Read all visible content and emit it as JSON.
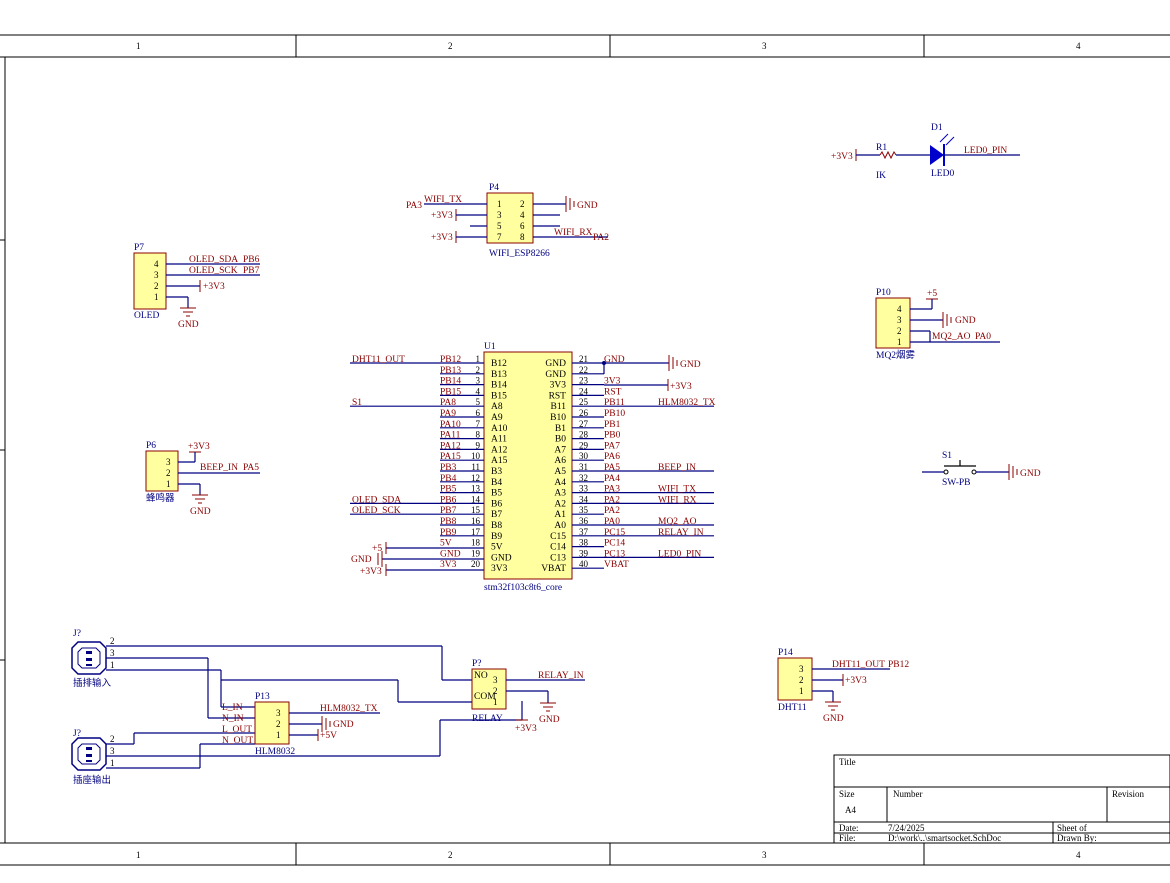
{
  "zones": {
    "top": [
      "1",
      "2",
      "3",
      "4"
    ],
    "bottom": [
      "1",
      "2",
      "3",
      "4"
    ]
  },
  "colors": {
    "wire": "#000080",
    "part_fill": "#ffffa0",
    "part_stroke": "#8b0000",
    "net_label": "#8b0000",
    "designator": "#000080",
    "led": "#0000cc"
  },
  "titleblock": {
    "title": "Title",
    "size_label": "Size",
    "size": "A4",
    "number_label": "Number",
    "revision_label": "Revision",
    "date_label": "Date:",
    "date": "7/24/2025",
    "file_label": "File:",
    "file": "D:\\work\\..\\smartsocket.SchDoc",
    "sheet_label": "Sheet  of",
    "drawn_label": "Drawn By:"
  },
  "power_symbols": {
    "gnd": "GND",
    "v33": "+3V3",
    "v5": "+5",
    "v5b": "+5V"
  },
  "d1": {
    "ref": "D1",
    "value": "LED0",
    "r_ref": "R1",
    "r_value": "IK",
    "net_left": "+3V3",
    "net_right": "LED0_PIN"
  },
  "p4": {
    "ref": "P4",
    "value": "WIFI_ESP8266",
    "pins": [
      "1",
      "2",
      "3",
      "4",
      "5",
      "6",
      "7",
      "8"
    ],
    "net_wifi_tx": "WIFI_TX",
    "net_pa3": "PA3",
    "net_wifi_rx": "WIFI_RX",
    "net_pa2": "PA2"
  },
  "p7": {
    "ref": "P7",
    "value": "OLED",
    "pins": [
      "4",
      "3",
      "2",
      "1"
    ],
    "net_sda": "OLED_SDA",
    "net_sda_pin": "PB6",
    "net_sck": "OLED_SCK",
    "net_sck_pin": "PB7"
  },
  "p10": {
    "ref": "P10",
    "value": "MQ2烟雾",
    "pins": [
      "4",
      "3",
      "2",
      "1"
    ],
    "net_ao": "MQ2_AO",
    "net_ao_pin": "PA0"
  },
  "p6": {
    "ref": "P6",
    "value": "蜂鸣器",
    "pins": [
      "3",
      "2",
      "1"
    ],
    "net_beep": "BEEP_IN",
    "net_beep_pin": "PA5"
  },
  "s1": {
    "ref": "S1",
    "value": "SW-PB"
  },
  "u1": {
    "ref": "U1",
    "value": "stm32f103c8t6_core",
    "left": [
      {
        "num": "1",
        "name": "B12",
        "net": "PB12",
        "ext": "DHT11_OUT"
      },
      {
        "num": "2",
        "name": "B13",
        "net": "PB13",
        "ext": ""
      },
      {
        "num": "3",
        "name": "B14",
        "net": "PB14",
        "ext": ""
      },
      {
        "num": "4",
        "name": "B15",
        "net": "PB15",
        "ext": ""
      },
      {
        "num": "5",
        "name": "A8",
        "net": "PA8",
        "ext": "S1"
      },
      {
        "num": "6",
        "name": "A9",
        "net": "PA9",
        "ext": ""
      },
      {
        "num": "7",
        "name": "A10",
        "net": "PA10",
        "ext": ""
      },
      {
        "num": "8",
        "name": "A11",
        "net": "PA11",
        "ext": ""
      },
      {
        "num": "9",
        "name": "A12",
        "net": "PA12",
        "ext": ""
      },
      {
        "num": "10",
        "name": "A15",
        "net": "PA15",
        "ext": ""
      },
      {
        "num": "11",
        "name": "B3",
        "net": "PB3",
        "ext": ""
      },
      {
        "num": "12",
        "name": "B4",
        "net": "PB4",
        "ext": ""
      },
      {
        "num": "13",
        "name": "B5",
        "net": "PB5",
        "ext": ""
      },
      {
        "num": "14",
        "name": "B6",
        "net": "PB6",
        "ext": "OLED_SDA"
      },
      {
        "num": "15",
        "name": "B7",
        "net": "PB7",
        "ext": "OLED_SCK"
      },
      {
        "num": "16",
        "name": "B8",
        "net": "PB8",
        "ext": ""
      },
      {
        "num": "17",
        "name": "B9",
        "net": "PB9",
        "ext": ""
      },
      {
        "num": "18",
        "name": "5V",
        "net": "5V",
        "ext": ""
      },
      {
        "num": "19",
        "name": "GND",
        "net": "GND",
        "ext": ""
      },
      {
        "num": "20",
        "name": "3V3",
        "net": "3V3",
        "ext": ""
      }
    ],
    "right": [
      {
        "num": "21",
        "name": "GND",
        "net": "GND",
        "ext": ""
      },
      {
        "num": "22",
        "name": "GND",
        "net": "",
        "ext": ""
      },
      {
        "num": "23",
        "name": "3V3",
        "net": "3V3",
        "ext": ""
      },
      {
        "num": "24",
        "name": "RST",
        "net": "RST",
        "ext": ""
      },
      {
        "num": "25",
        "name": "B11",
        "net": "PB11",
        "ext": "HLM8032_TX"
      },
      {
        "num": "26",
        "name": "B10",
        "net": "PB10",
        "ext": ""
      },
      {
        "num": "27",
        "name": "B1",
        "net": "PB1",
        "ext": ""
      },
      {
        "num": "28",
        "name": "B0",
        "net": "PB0",
        "ext": ""
      },
      {
        "num": "29",
        "name": "A7",
        "net": "PA7",
        "ext": ""
      },
      {
        "num": "30",
        "name": "A6",
        "net": "PA6",
        "ext": ""
      },
      {
        "num": "31",
        "name": "A5",
        "net": "PA5",
        "ext": "BEEP_IN"
      },
      {
        "num": "32",
        "name": "A4",
        "net": "PA4",
        "ext": ""
      },
      {
        "num": "33",
        "name": "A3",
        "net": "PA3",
        "ext": "WIFI_TX"
      },
      {
        "num": "34",
        "name": "A2",
        "net": "PA2",
        "ext": "WIFI_RX"
      },
      {
        "num": "35",
        "name": "A1",
        "net": "PA2",
        "ext": ""
      },
      {
        "num": "36",
        "name": "A0",
        "net": "PA0",
        "ext": "MQ2_AO"
      },
      {
        "num": "37",
        "name": "C15",
        "net": "PC15",
        "ext": "RELAY_IN"
      },
      {
        "num": "38",
        "name": "C14",
        "net": "PC14",
        "ext": ""
      },
      {
        "num": "39",
        "name": "C13",
        "net": "PC13",
        "ext": "LED0_PIN"
      },
      {
        "num": "40",
        "name": "VBAT",
        "net": "VBAT",
        "ext": ""
      }
    ]
  },
  "j_in": {
    "ref": "J?",
    "value": "插排输入",
    "pins": [
      "2",
      "3",
      "1"
    ]
  },
  "j_out": {
    "ref": "J?",
    "value": "插座输出",
    "pins": [
      "2",
      "3",
      "1"
    ]
  },
  "p13": {
    "ref": "P13",
    "value": "HLM8032",
    "pins": [
      "3",
      "2",
      "1"
    ],
    "net_l_in": "L_IN",
    "net_n_in": "N_IN",
    "net_l_out": "L_OUT",
    "net_n_out": "N_OUT",
    "net_tx": "HLM8032_TX"
  },
  "relay": {
    "ref": "P?",
    "value": "RELAY",
    "pin_no": "NO",
    "pin_com": "COM",
    "pins": [
      "3",
      "2",
      "1"
    ],
    "net_in": "RELAY_IN"
  },
  "p14": {
    "ref": "P14",
    "value": "DHT11",
    "pins": [
      "3",
      "2",
      "1"
    ],
    "net_out": "DHT11_OUT",
    "net_out_pin": "PB12"
  }
}
